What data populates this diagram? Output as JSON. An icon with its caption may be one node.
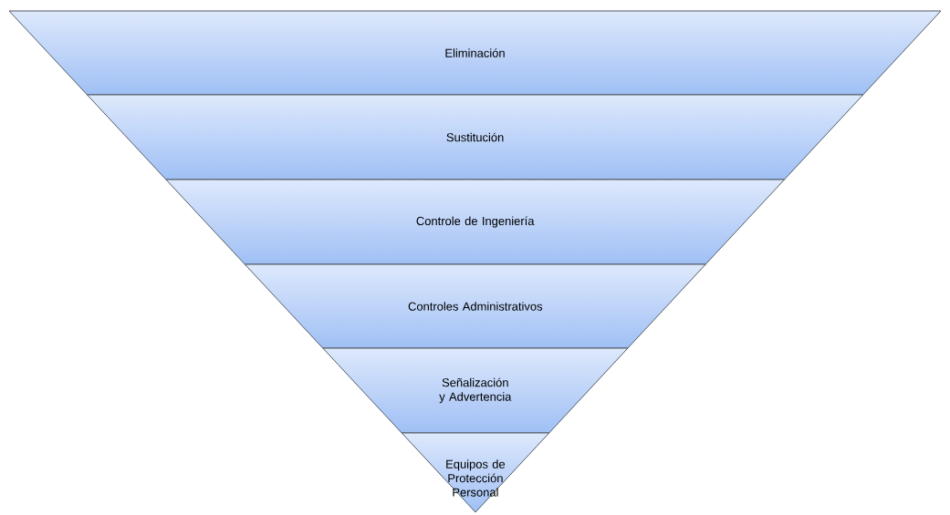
{
  "diagram": {
    "nodes": [
      {
        "text": [
          "Eliminación"
        ]
      },
      {
        "text": [
          "Sustitución"
        ]
      },
      {
        "text": [
          "Controle de Ingeniería"
        ]
      },
      {
        "text": [
          "Controles Administrativos"
        ]
      },
      {
        "text": [
          "Señalización y Advertencia"
        ]
      },
      {
        "text": [
          "Equipos de Protección Personal"
        ]
      }
    ]
  }
}
